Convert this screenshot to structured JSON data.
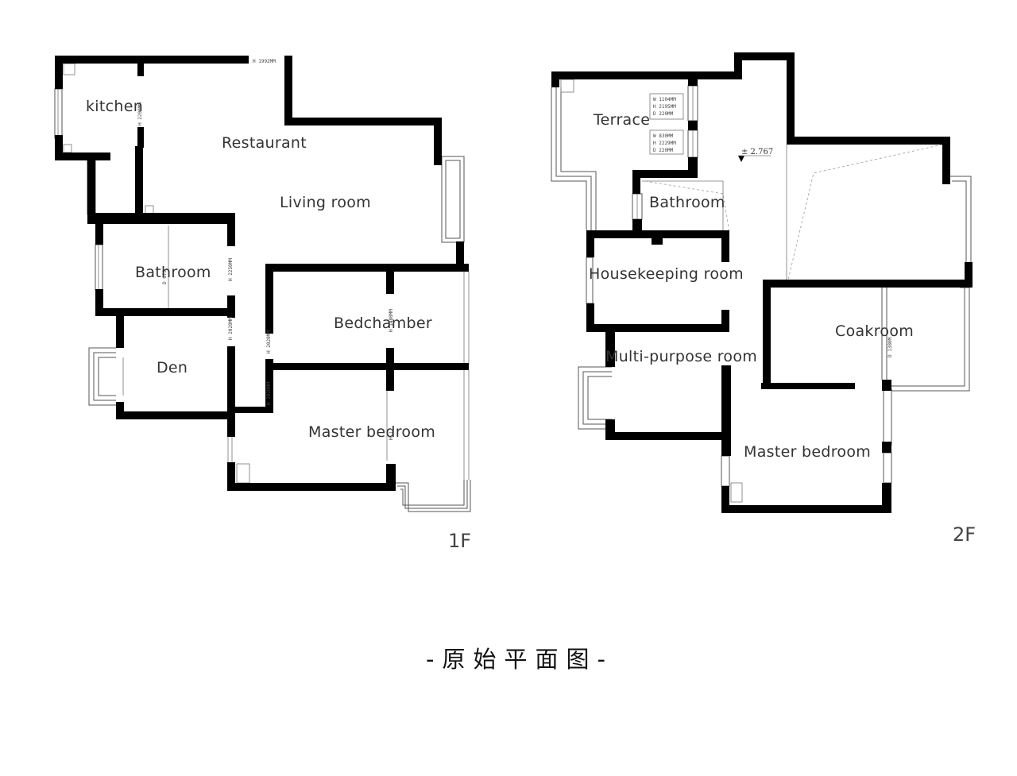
{
  "caption": "-原始平面图-",
  "floor1": {
    "label": "1F",
    "rooms": {
      "kitchen": "kitchen",
      "restaurant": "Restaurant",
      "living": "Living room",
      "bathroom": "Bathroom",
      "bedchamber": "Bedchamber",
      "den": "Den",
      "master": "Master bedroom"
    },
    "dims": {
      "top": "H 1992MM",
      "kitchen_window": "H 2200MM",
      "bath_window": "D 675",
      "bath_door": "H 2250MM",
      "den_door": "H 2020MM",
      "bed_door": "H 2020MM",
      "bed_door2": "H 2020MM",
      "bed_window": "H 1480MM",
      "master_window": "H 1"
    }
  },
  "floor2": {
    "label": "2F",
    "rooms": {
      "terrace": "Terrace",
      "bathroom": "Bathroom",
      "housekeeping": "Housekeeping room",
      "multipurpose": "Multi-purpose room",
      "coakroom": "Coakroom",
      "master": "Master bedroom"
    },
    "window_note_1": [
      "W 1104MM",
      "H 2195MM",
      "D 220MM"
    ],
    "window_note_2": [
      "W 830MM",
      "H 2229MM",
      "D 220MM"
    ],
    "elevation": "± 2.767",
    "coak_dim": "D 1380M"
  }
}
